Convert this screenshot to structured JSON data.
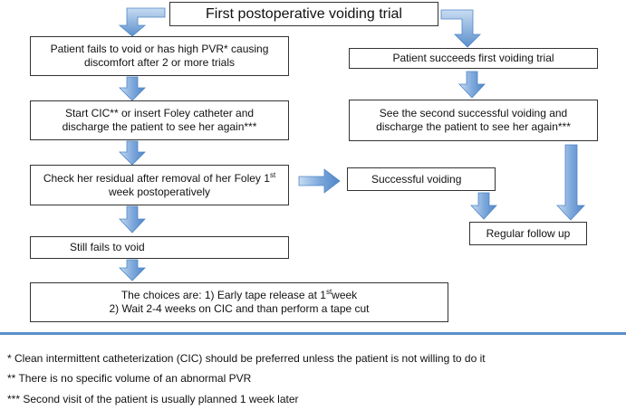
{
  "boxes": {
    "title": {
      "lines": [
        {
          "text": "First postoperative voiding trial",
          "sup": "",
          "tail": ""
        }
      ]
    },
    "fail_void": {
      "lines": [
        {
          "text": "Patient fails to void or has high PVR* causing",
          "sup": "",
          "tail": ""
        },
        {
          "text": "discomfort after 2 or more trials",
          "sup": "",
          "tail": ""
        }
      ]
    },
    "succeed_first": {
      "lines": [
        {
          "text": "Patient succeeds first voiding trial",
          "sup": "",
          "tail": ""
        }
      ]
    },
    "start_cic": {
      "lines": [
        {
          "text": "Start CIC** or insert Foley catheter and",
          "sup": "",
          "tail": ""
        },
        {
          "text": "discharge the patient to see her again***",
          "sup": "",
          "tail": ""
        }
      ]
    },
    "second_success": {
      "lines": [
        {
          "text": "See the second successful voiding and",
          "sup": "",
          "tail": ""
        },
        {
          "text": "discharge the patient to see her again***",
          "sup": "",
          "tail": ""
        }
      ]
    },
    "check_residual": {
      "lines": [
        {
          "text": "Check her residual after removal of her Foley 1",
          "sup": "st",
          "tail": ""
        },
        {
          "text": "week postoperatively",
          "sup": "",
          "tail": ""
        }
      ]
    },
    "successful_voiding": {
      "lines": [
        {
          "text": "Successful voiding",
          "sup": "",
          "tail": ""
        }
      ]
    },
    "regular_follow_up": {
      "lines": [
        {
          "text": "Regular follow up",
          "sup": "",
          "tail": ""
        }
      ]
    },
    "still_fails": {
      "lines": [
        {
          "text": "Still fails to void",
          "sup": "",
          "tail": ""
        }
      ]
    },
    "choices": {
      "lines": [
        {
          "text": "The choices are: 1) Early tape release at 1",
          "sup": "st",
          "tail": "week"
        },
        {
          "text": "2) Wait 2-4 weeks on CIC and than perform a tape cut",
          "sup": "",
          "tail": ""
        }
      ]
    }
  },
  "footnotes": [
    "* Clean intermittent catheterization (CIC) should be preferred unless the patient is not willing to do it",
    "** There is no specific volume of an abnormal PVR",
    "*** Second visit of the patient is usually planned 1 week later"
  ],
  "colors": {
    "arrow_light": "#c8dcf2",
    "arrow_dark": "#4f86c6",
    "divider": "#5b8fc9",
    "border": "#333333"
  }
}
